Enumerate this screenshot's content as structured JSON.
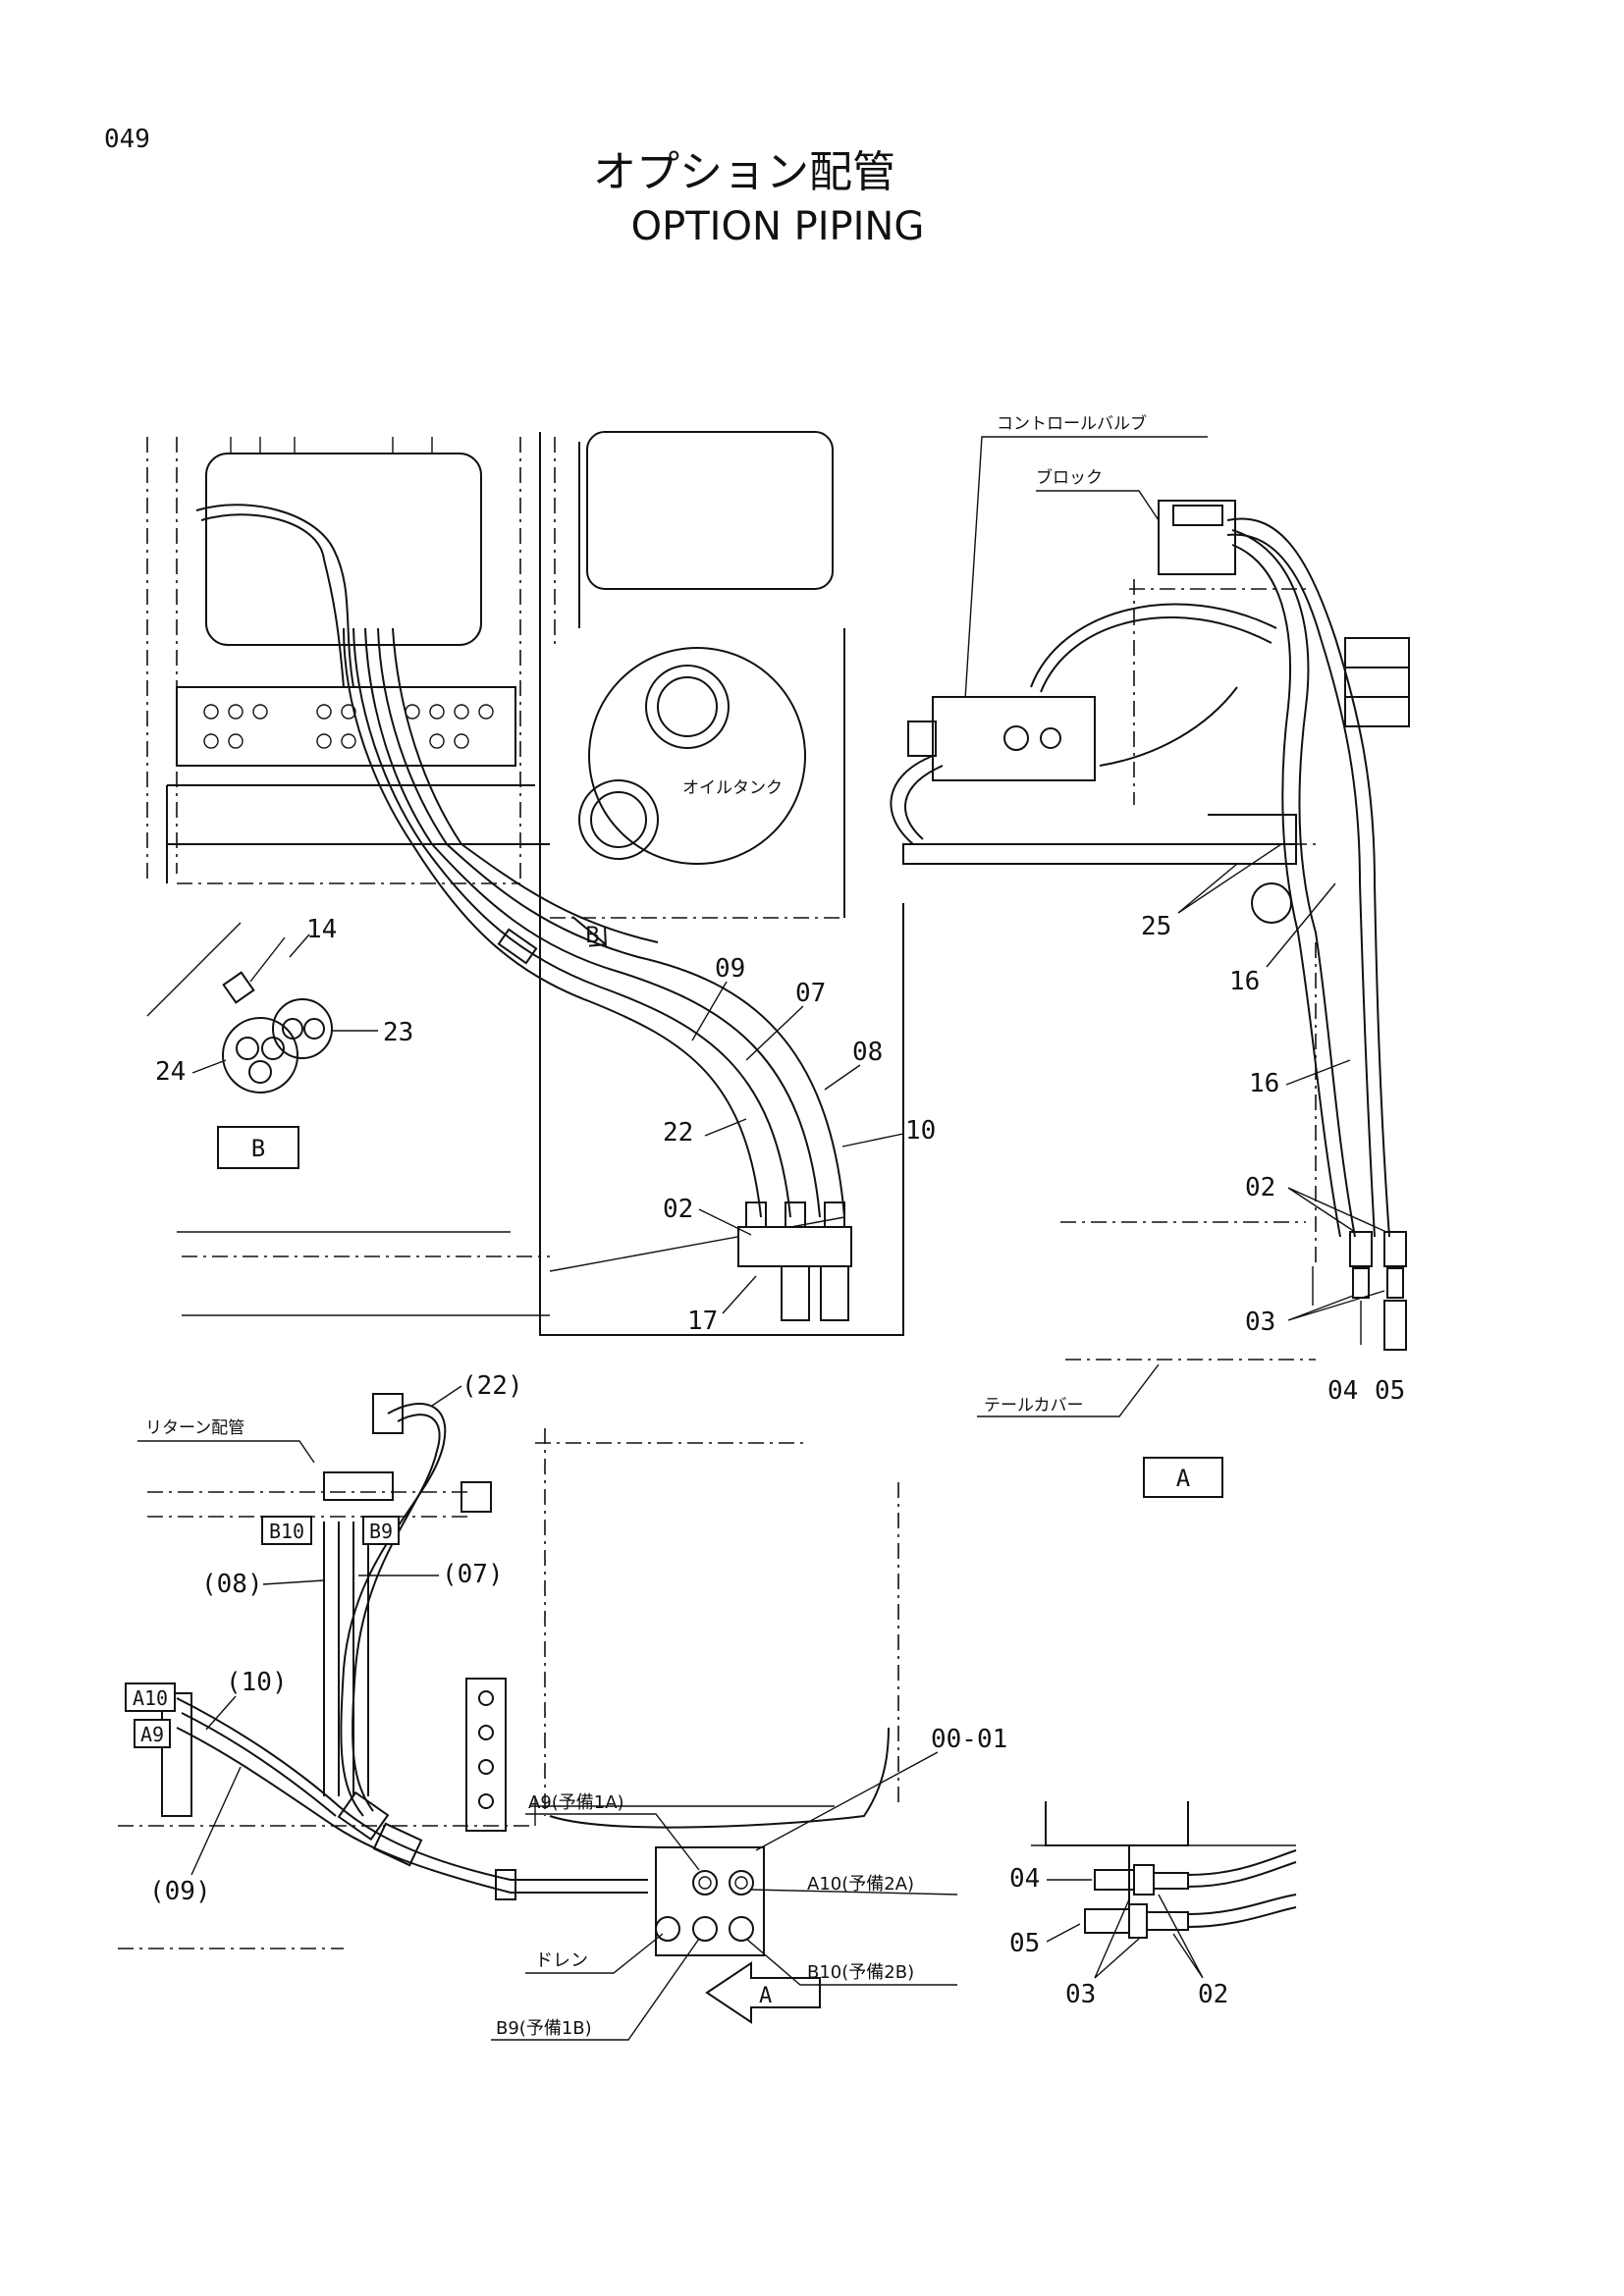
{
  "header": {
    "page_number": "049",
    "title_jp": "オプション配管",
    "title_en": "OPTION PIPING"
  },
  "view_labels": {
    "view_b": "B",
    "view_a": "A",
    "arrow_b": "B",
    "arrow_a": "A"
  },
  "component_labels": {
    "control_valve": "コントロールバルブ",
    "block": "ブロック",
    "oil_tank": "オイルタンク",
    "tail_cover": "テールカバー",
    "return_piping": "リターン配管",
    "drain": "ドレン"
  },
  "port_labels": {
    "b10": "B10",
    "b9": "B9",
    "a10": "A10",
    "a9": "A9",
    "a9_spare": "A9(予備1A)",
    "a10_spare": "A10(予備2A)",
    "b10_spare": "B10(予備2B)",
    "b9_spare": "B9(予備1B)"
  },
  "part_callouts": {
    "top_left": [
      "14",
      "23",
      "24",
      "09",
      "07",
      "08",
      "22",
      "10",
      "02",
      "17"
    ],
    "top_right": [
      "25",
      "16",
      "16",
      "02",
      "03",
      "04",
      "05"
    ],
    "bottom_left": [
      "(22)",
      "(08)",
      "(07)",
      "(10)",
      "(09)",
      "00-01"
    ],
    "bottom_right": [
      "04",
      "05",
      "03",
      "02"
    ]
  }
}
